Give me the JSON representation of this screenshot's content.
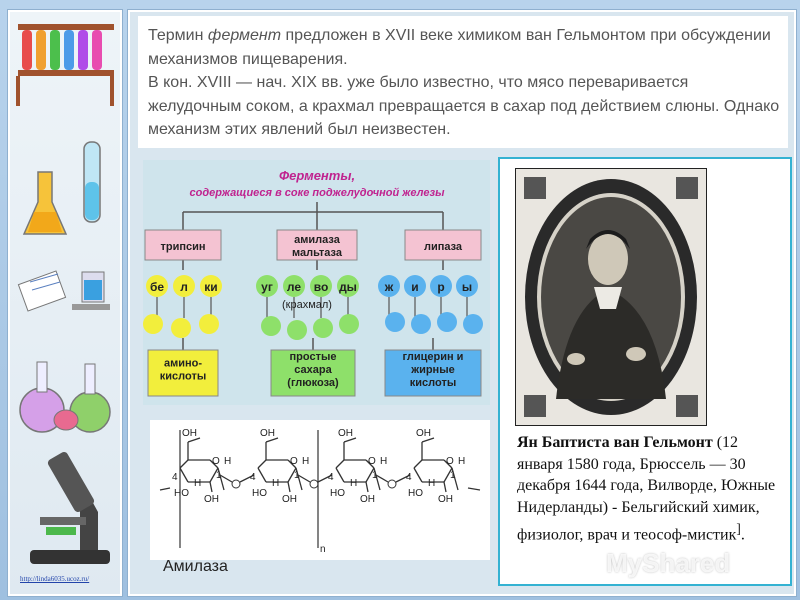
{
  "intro": {
    "seg1": "Термин ",
    "term": "фермент",
    "seg2": " предложен в XVII веке химиком ван Гельмонтом при обсуждении механизмов пищеварения.",
    "para2": "В кон. XVIII — нач. XIX вв. уже было известно, что мясо переваривается желудочным соком, а крахмал превращается в сахар под действием слюны. Однако механизм этих явлений был неизвестен."
  },
  "diagram": {
    "title": "Ферменты,",
    "subtitle": "содержащиеся в соке поджелудочной железы",
    "enzymes": [
      "трипсин",
      "амилаза мальтаза",
      "липаза"
    ],
    "enzyme_lines": [
      [
        "трипсин"
      ],
      [
        "амилаза",
        "мальтаза"
      ],
      [
        "липаза"
      ]
    ],
    "substrate1_syllables": [
      "бе",
      "л",
      "ки"
    ],
    "substrate2_syllables": [
      "уг",
      "ле",
      "во",
      "ды"
    ],
    "substrate2_note": "(крахмал)",
    "substrate3_syllables": [
      "ж",
      "и",
      "р",
      "ы"
    ],
    "products": [
      [
        "амино-",
        "кислоты"
      ],
      [
        "простые",
        "сахара",
        "(глюкоза)"
      ],
      [
        "глицерин и",
        "жирные",
        "кислоты"
      ]
    ],
    "colors": {
      "yellow": "#f2ee3c",
      "green": "#8ee06a",
      "blue": "#5ab2ee",
      "pink": "#f4c3d2",
      "title": "#c0238f"
    }
  },
  "chem": {
    "oh": "OH",
    "o": "O",
    "h": "H",
    "ho": "HO",
    "n": "n",
    "num4": "4",
    "num1": "1"
  },
  "caption": "Амилаза",
  "bio": {
    "name": "Ян Баптиста ван Гельмонт",
    "rest": " (12 января 1580 года, Брюссель — 30 декабря 1644 года, Вилворде, Южные Нидерланды) - Бельгийский химик, физиолог, врач и теософ-мистик",
    "sup": "]",
    "end": "."
  },
  "watermark": "MyShared",
  "footer_link": "http://linda6035.ucoz.ru/"
}
